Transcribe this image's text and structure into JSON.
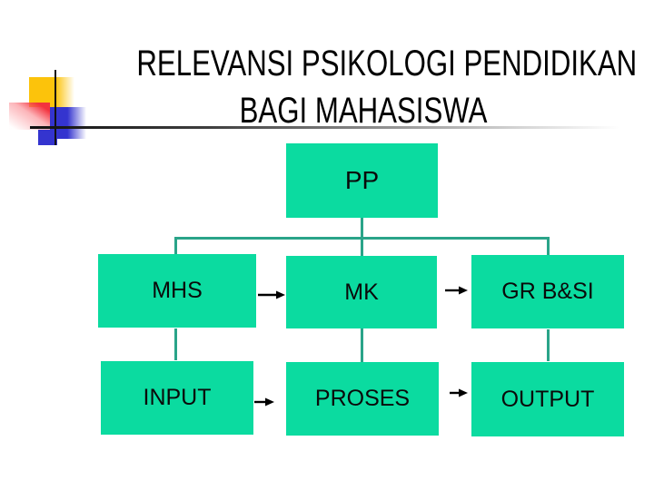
{
  "slide": {
    "title_line1": "RELEVANSI PSIKOLOGI PENDIDIKAN",
    "title_line2": "BAGI MAHASISWA"
  },
  "diagram": {
    "nodes": [
      {
        "id": "pp",
        "label": "PP",
        "row": "top"
      },
      {
        "id": "mhs",
        "label": "MHS",
        "row": "middle"
      },
      {
        "id": "mk",
        "label": "MK",
        "row": "middle"
      },
      {
        "id": "gr_bsi",
        "label": "GR B&SI",
        "row": "middle"
      },
      {
        "id": "input",
        "label": "INPUT",
        "row": "bottom"
      },
      {
        "id": "proses",
        "label": "PROSES",
        "row": "bottom"
      },
      {
        "id": "output",
        "label": "OUTPUT",
        "row": "bottom"
      }
    ],
    "edges": [
      {
        "from": "pp",
        "to": "mhs",
        "type": "line"
      },
      {
        "from": "pp",
        "to": "mk",
        "type": "line"
      },
      {
        "from": "pp",
        "to": "gr_bsi",
        "type": "line"
      },
      {
        "from": "mhs",
        "to": "mk",
        "type": "arrow"
      },
      {
        "from": "mk",
        "to": "gr_bsi",
        "type": "arrow"
      },
      {
        "from": "mhs",
        "to": "input",
        "type": "line"
      },
      {
        "from": "mk",
        "to": "proses",
        "type": "line"
      },
      {
        "from": "gr_bsi",
        "to": "output",
        "type": "line"
      },
      {
        "from": "input",
        "to": "proses",
        "type": "arrow"
      },
      {
        "from": "proses",
        "to": "output",
        "type": "arrow"
      }
    ]
  },
  "colors": {
    "box_fill": "#0bdba0",
    "connector_green": "#2aa489",
    "arrow_black": "#000000",
    "title_text": "#000000",
    "box_text": "#0a0a0a",
    "line_black": "#111111",
    "deco_yellow": "#fcc30b",
    "deco_red": "#f3323e",
    "deco_blue": "#3434cf"
  }
}
